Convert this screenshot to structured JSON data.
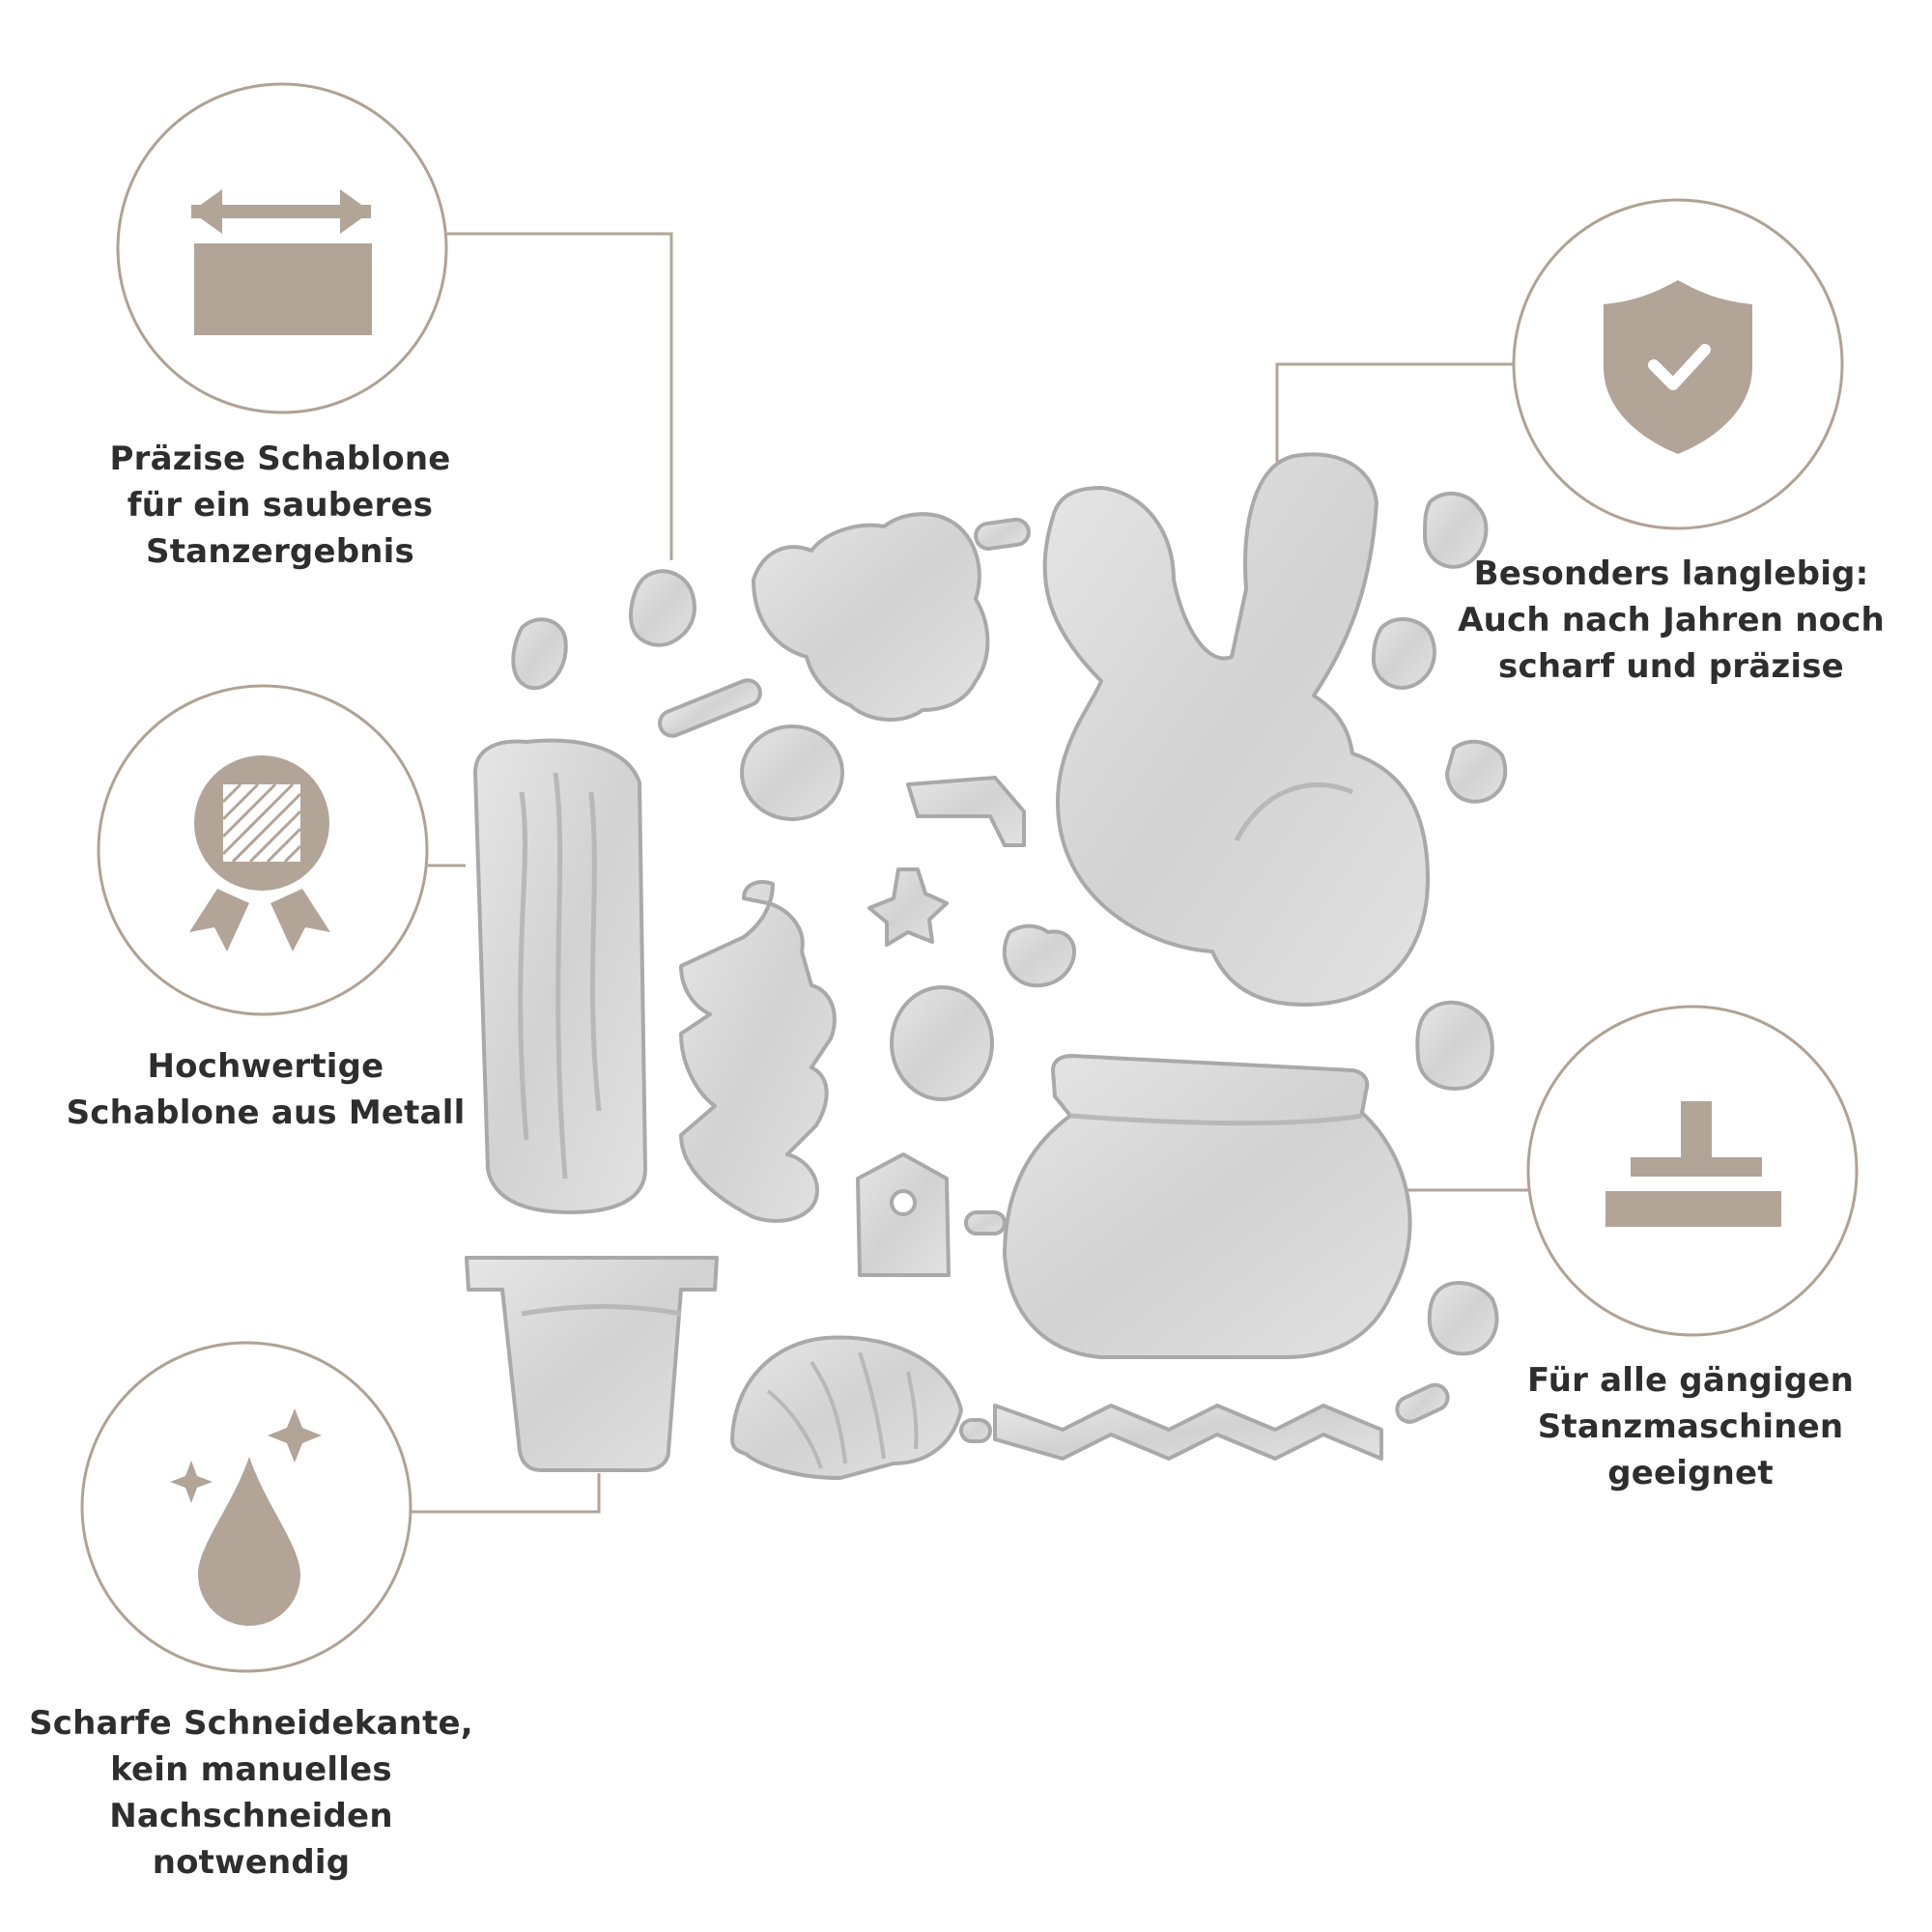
{
  "colors": {
    "accent": "#b2a497",
    "ring": "#b0a293",
    "metal": "#d9d9d9",
    "metal_edge": "#a9a9a9",
    "text": "#2e2e2e"
  },
  "features": {
    "precise": {
      "icon": "width-arrow-rectangle-icon",
      "lines": [
        "Präzise Schablone",
        "für ein sauberes",
        "Stanzergebnis"
      ]
    },
    "quality": {
      "icon": "award-medal-icon",
      "lines": [
        "Hochwertige",
        "Schablone aus Metall"
      ]
    },
    "sharp": {
      "icon": "drop-sparkle-icon",
      "lines": [
        "Scharfe Schneidekante,",
        "kein manuelles",
        "Nachschneiden notwendig"
      ]
    },
    "durable": {
      "icon": "shield-check-icon",
      "lines": [
        "Besonders langlebig:",
        "Auch nach Jahren noch",
        "scharf und präzise"
      ]
    },
    "machines": {
      "icon": "press-stamp-icon",
      "lines": [
        "Für alle gängigen",
        "Stanzmaschinen geeignet"
      ]
    }
  },
  "product": {
    "name": "cactus-die-set",
    "pieces": [
      "prickly-pear-cactus",
      "tall-cactus",
      "flower-pot",
      "round-pot",
      "succulent-cluster",
      "leaf-sprig",
      "half-succulent",
      "zigzag-border",
      "tag",
      "small-flowers"
    ]
  }
}
